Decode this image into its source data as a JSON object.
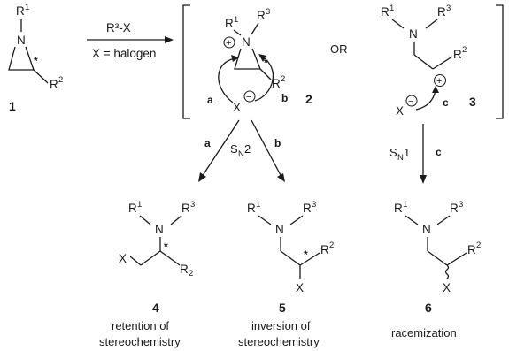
{
  "labels": {
    "r1": "R",
    "r2": "R",
    "r3": "R",
    "r_sub_cap": "R",
    "n": "N",
    "x": "X",
    "sup1": "1",
    "sup2": "2",
    "sup3": "3",
    "sub2": "2",
    "star": "*"
  },
  "reagent": {
    "top": "R³-X",
    "bottom": "X = halogen"
  },
  "connector_or": "OR",
  "compound_numbers": [
    "1",
    "2",
    "3",
    "4",
    "5",
    "6"
  ],
  "paths": {
    "a": "a",
    "b": "b",
    "c": "c"
  },
  "mechanisms": {
    "sn2_main": "S",
    "sn2_sub": "N",
    "sn2_tail": "2",
    "sn1_main": "S",
    "sn1_sub": "N",
    "sn1_tail": "1"
  },
  "charges": {
    "plus": "+",
    "minus": "−"
  },
  "captions": {
    "c4_line1": "retention of",
    "c4_line2": "stereochemistry",
    "c5_line1": "inversion of",
    "c5_line2": "stereochemistry",
    "c6": "racemization"
  }
}
